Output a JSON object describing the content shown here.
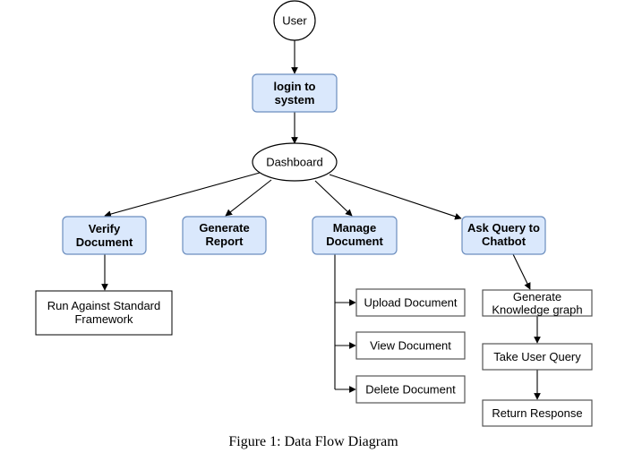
{
  "diagram": {
    "nodes": {
      "user": "User",
      "login": [
        "login to",
        "system"
      ],
      "dashboard": "Dashboard",
      "verify": [
        "Verify",
        "Document"
      ],
      "generate_report": [
        "Generate",
        "Report"
      ],
      "manage": [
        "Manage",
        "Document"
      ],
      "ask_query": [
        "Ask Query to",
        "Chatbot"
      ],
      "run_against": [
        "Run Against Standard",
        "Framework"
      ],
      "upload": "Upload Document",
      "view": "View Document",
      "delete": "Delete Document",
      "knowledge": [
        "Generate",
        "Knowledge graph"
      ],
      "take_query": "Take User Query",
      "return_response": "Return Response"
    },
    "caption": "Figure 1: Data Flow Diagram"
  },
  "colors": {
    "process_fill": "#dae8fc",
    "process_stroke": "#6c8ebf",
    "edge": "#000000"
  }
}
